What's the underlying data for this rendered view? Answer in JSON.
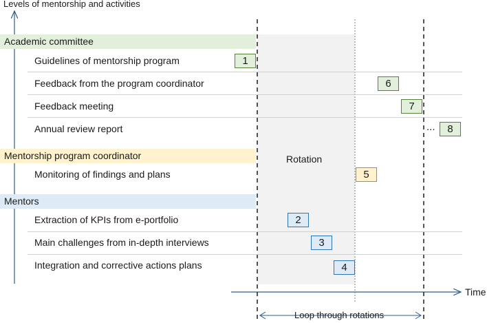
{
  "diagram": {
    "y_axis_label": "Levels of mentorship and activities",
    "x_axis_label": "Time",
    "rotation_label": "Rotation",
    "loop_label": "Loop through rotations",
    "ellipsis": "...",
    "groups": [
      {
        "name": "Academic committee",
        "color": "#e2efda",
        "activities": [
          {
            "label": "Guidelines of mentorship program",
            "step": "1"
          },
          {
            "label": "Feedback from the program coordinator",
            "step": "6"
          },
          {
            "label": "Feedback meeting",
            "step": "7"
          },
          {
            "label": "Annual review report",
            "step": "8"
          }
        ]
      },
      {
        "name": "Mentorship program coordinator",
        "color": "#fff2cc",
        "activities": [
          {
            "label": "Monitoring of findings and plans",
            "step": "5"
          }
        ]
      },
      {
        "name": "Mentors",
        "color": "#deebf7",
        "activities": [
          {
            "label": "Extraction of KPIs from e-portfolio",
            "step": "2"
          },
          {
            "label": "Main challenges from in-depth interviews",
            "step": "3"
          },
          {
            "label": "Integration and corrective actions plans",
            "step": "4"
          }
        ]
      }
    ]
  }
}
